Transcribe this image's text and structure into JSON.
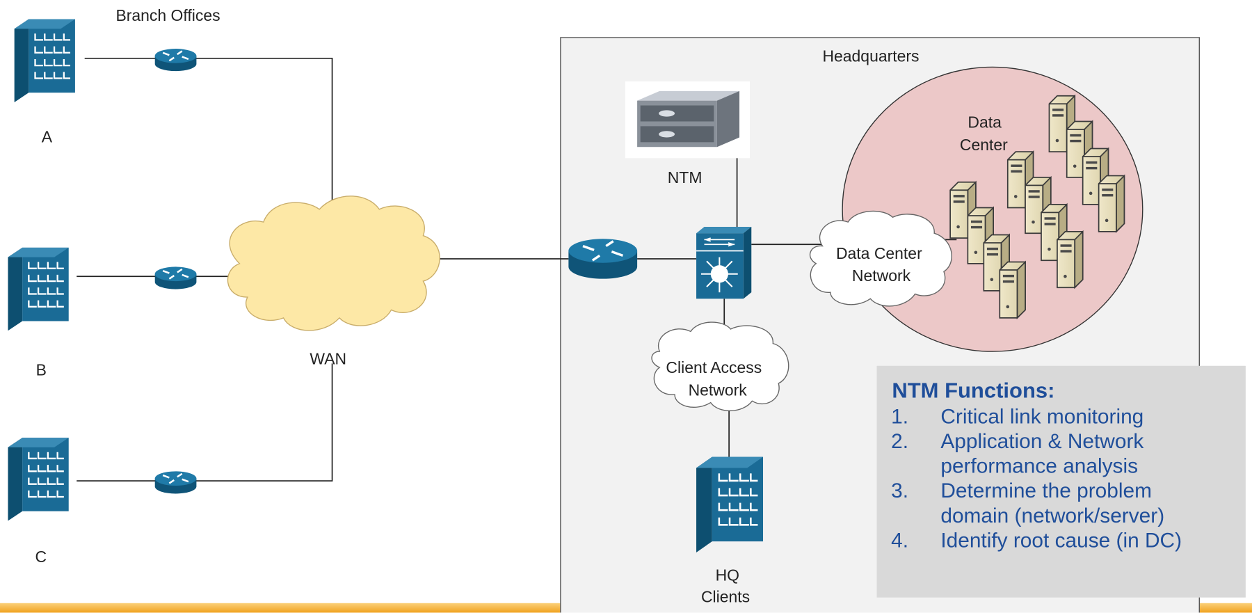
{
  "branch": {
    "title": "Branch Offices",
    "sites": [
      "A",
      "B",
      "C"
    ]
  },
  "wan": {
    "label": "WAN"
  },
  "hq": {
    "title": "Headquarters",
    "ntm_label": "NTM",
    "client_cloud": {
      "line1": "Client Access",
      "line2": "Network"
    },
    "clients": {
      "line1": "HQ",
      "line2": "Clients"
    },
    "dc_cloud": {
      "line1": "Data Center",
      "line2": "Network"
    },
    "datacenter": {
      "line1": "Data",
      "line2": "Center"
    }
  },
  "functions": {
    "title": "NTM Functions:",
    "items": [
      {
        "num": "1.",
        "lines": [
          "Critical link monitoring"
        ]
      },
      {
        "num": "2.",
        "lines": [
          "Application & Network",
          "performance analysis"
        ]
      },
      {
        "num": "3.",
        "lines": [
          "Determine the problem",
          "domain (network/server)"
        ]
      },
      {
        "num": "4.",
        "lines": [
          "Identify root cause (in DC)"
        ]
      }
    ]
  },
  "colors": {
    "device_blue": "#1a6b96",
    "cloud_yellow": "#fde8a6",
    "datacenter_pink": "#ecc8c8",
    "hq_bg": "#f2f2f2",
    "panel_bg": "#d9d9d9",
    "panel_text": "#1f4e9a",
    "footer_orange": "#f0a21e"
  },
  "icons": [
    "building-icon",
    "router-icon",
    "switch-icon",
    "server-appliance-icon",
    "server-tower-icon",
    "cloud-icon"
  ]
}
